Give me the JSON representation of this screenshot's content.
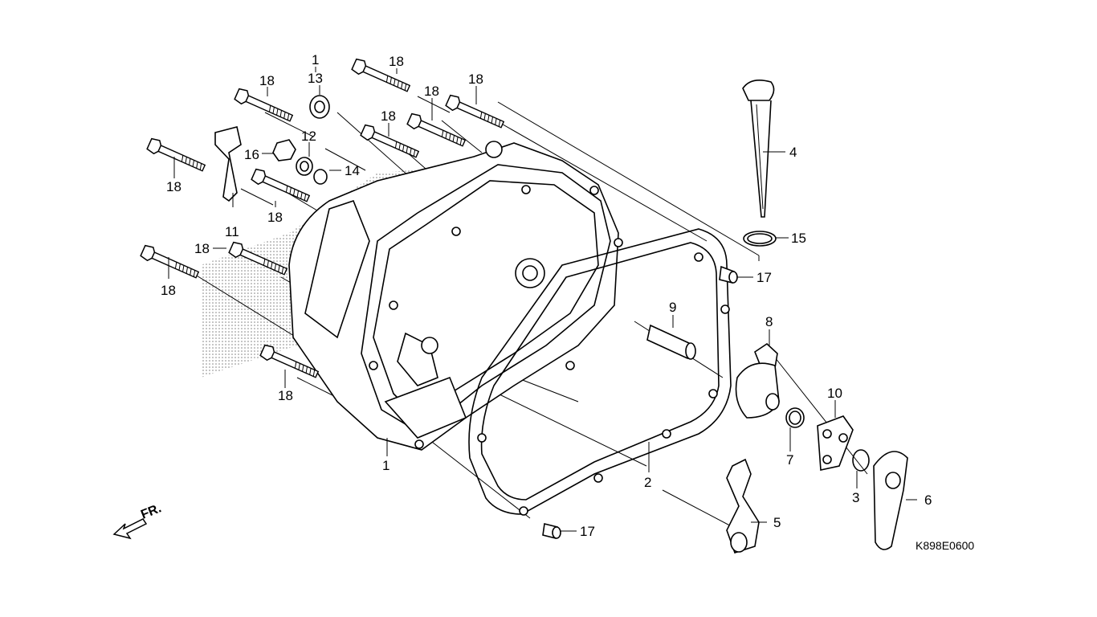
{
  "diagram": {
    "code": "K898E0600",
    "direction": "FR.",
    "callouts": {
      "c1_top": "1",
      "c13": "13",
      "c18_a": "18",
      "c18_b": "18",
      "c18_c": "18",
      "c18_d": "18",
      "c18_e": "18",
      "c18_f": "18",
      "c18_g": "18",
      "c18_h": "18",
      "c18_i": "18",
      "c18_j": "18",
      "c12": "12",
      "c16": "16",
      "c14": "14",
      "c11": "11",
      "c4": "4",
      "c15": "15",
      "c17_a": "17",
      "c17_b": "17",
      "c9": "9",
      "c8": "8",
      "c10": "10",
      "c7": "7",
      "c3": "3",
      "c6": "6",
      "c5": "5",
      "c2": "2",
      "c1_bottom": "1"
    }
  }
}
